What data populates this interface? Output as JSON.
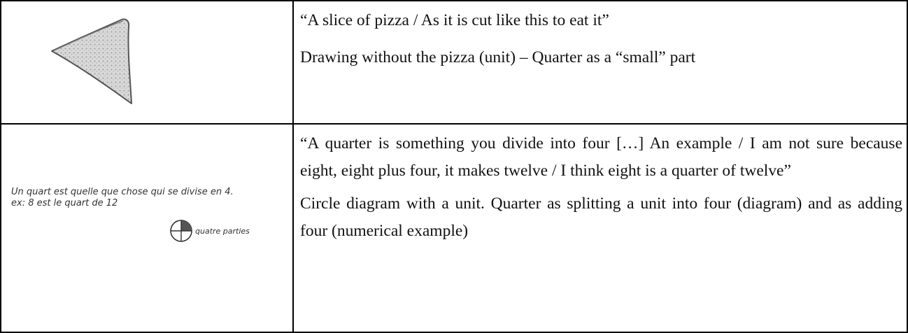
{
  "rows": [
    {
      "quote": "“A slice of pizza / As it is cut like this to eat it”",
      "analysis": "Drawing without the pizza (unit) – Quarter as a “small” part"
    },
    {
      "quote": "“A quarter is something you divide into four […] An example / I am not sure because eight, eight plus four, it makes twelve / I think eight is a quarter of twelve”",
      "analysis": "Circle diagram with a unit. Quarter as splitting a unit into four (diagram) and as adding four (numerical example)",
      "handwriting": {
        "line1": "Un quart est quelle que chose qui se divise en 4.",
        "line2": "ex: 8 est le quart de 12",
        "label": "quatre parties"
      }
    }
  ]
}
